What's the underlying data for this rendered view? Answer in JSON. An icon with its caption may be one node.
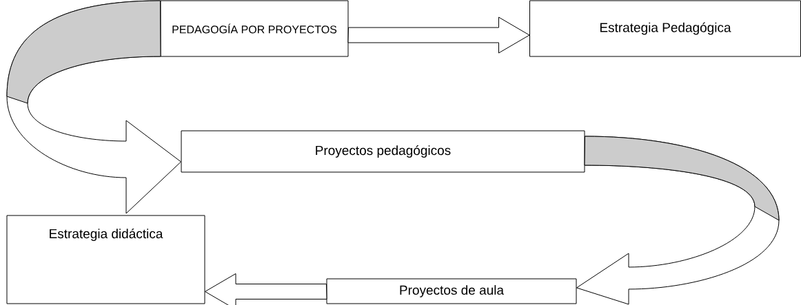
{
  "diagram": {
    "nodes": [
      {
        "text": [
          "PEDAGOGÍA POR PROYECTOS"
        ]
      },
      {
        "text": [
          "Estrategia Pedagógica"
        ]
      },
      {
        "text": [
          "Proyectos pedagógicos"
        ]
      },
      {
        "text": [
          "Estrategia didáctica"
        ]
      },
      {
        "text": [
          "Proyectos de aula"
        ]
      }
    ],
    "edges": [
      {
        "from": 0,
        "to": 1,
        "arrow": "to"
      },
      {
        "from": 0,
        "to": 2,
        "arrow": "to"
      },
      {
        "from": 2,
        "to": 4,
        "arrow": "to"
      },
      {
        "from": 4,
        "to": 3,
        "arrow": "to"
      }
    ]
  }
}
